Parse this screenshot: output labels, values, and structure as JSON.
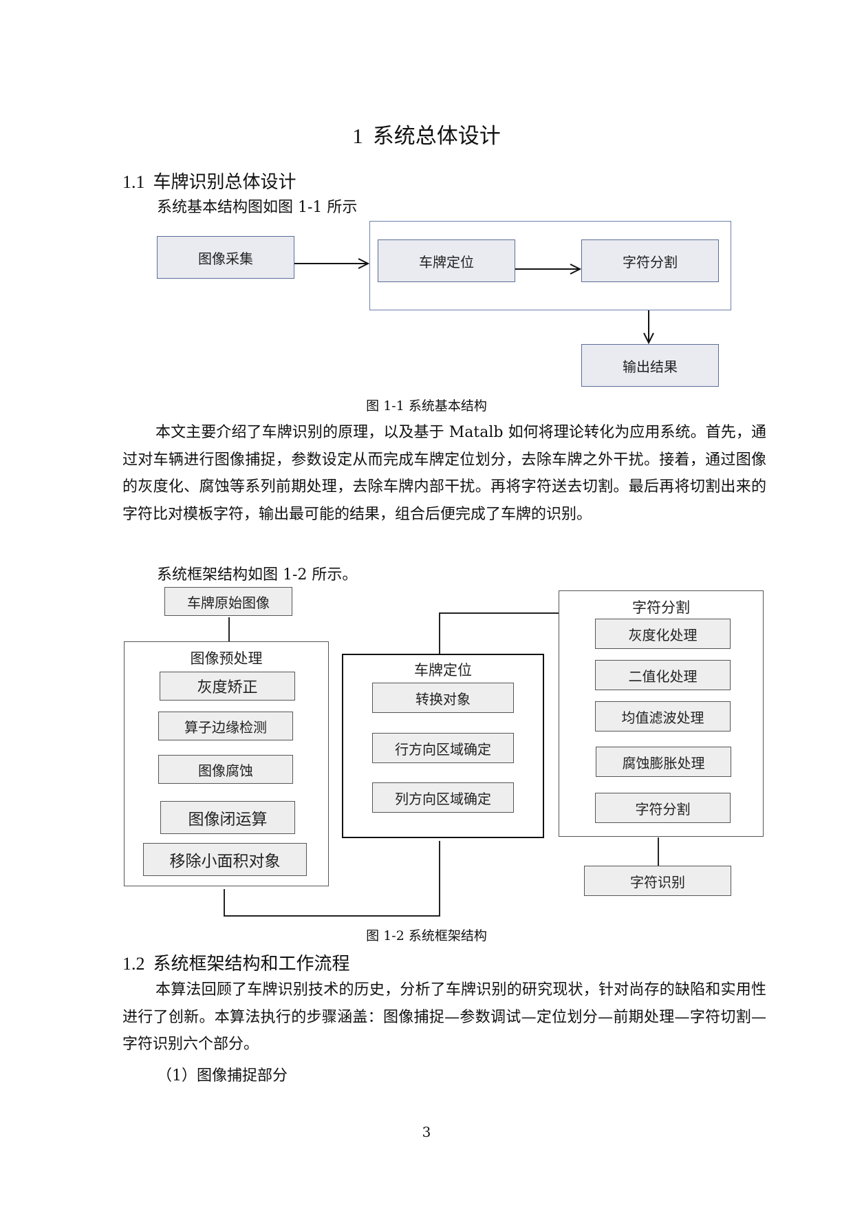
{
  "chapter": {
    "number": "1",
    "title": "系统总体设计"
  },
  "section1": {
    "number": "1.1",
    "title": "车牌识别总体设计"
  },
  "intro_line": "系统基本结构图如图 1-1 所示",
  "fig1": {
    "boxes": {
      "acquire": "图像采集",
      "locate": "车牌定位",
      "segment": "字符分割",
      "output": "输出结果"
    },
    "caption": "图 1-1  系统基本结构"
  },
  "paragraph1": "本文主要介绍了车牌识别的原理，以及基于 Matalb 如何将理论转化为应用系统。首先，通过对车辆进行图像捕捉，参数设定从而完成车牌定位划分，去除车牌之外干扰。接着，通过图像的灰度化、腐蚀等系列前期处理，去除车牌内部干扰。再将字符送去切割。最后再将切割出来的字符比对模板字符，输出最可能的结果，组合后便完成了车牌的识别。",
  "fig2_intro": "系统框架结构如图 1-2 所示。",
  "fig2": {
    "raw_image": "车牌原始图像",
    "preprocess": {
      "title": "图像预处理",
      "items": [
        "灰度矫正",
        "算子边缘检测",
        "图像腐蚀",
        "图像闭运算",
        "移除小面积对象"
      ]
    },
    "locate": {
      "title": "车牌定位",
      "items": [
        "转换对象",
        "行方向区域确定",
        "列方向区域确定"
      ]
    },
    "segment": {
      "title": "字符分割",
      "items": [
        "灰度化处理",
        "二值化处理",
        "均值滤波处理",
        "腐蚀膨胀处理",
        "字符分割"
      ]
    },
    "recognize": "字符识别",
    "caption": "图 1-2  系统框架结构"
  },
  "section2": {
    "number": "1.2",
    "title": "系统框架结构和工作流程"
  },
  "paragraph2": "本算法回顾了车牌识别技术的历史，分析了车牌识别的研究现状，针对尚存的缺陷和实用性进行了创新。本算法执行的步骤涵盖：图像捕捉—参数调试—定位划分—前期处理—字符切割—字符识别六个部分。",
  "item1": "（1）图像捕捉部分",
  "page_number": "3"
}
